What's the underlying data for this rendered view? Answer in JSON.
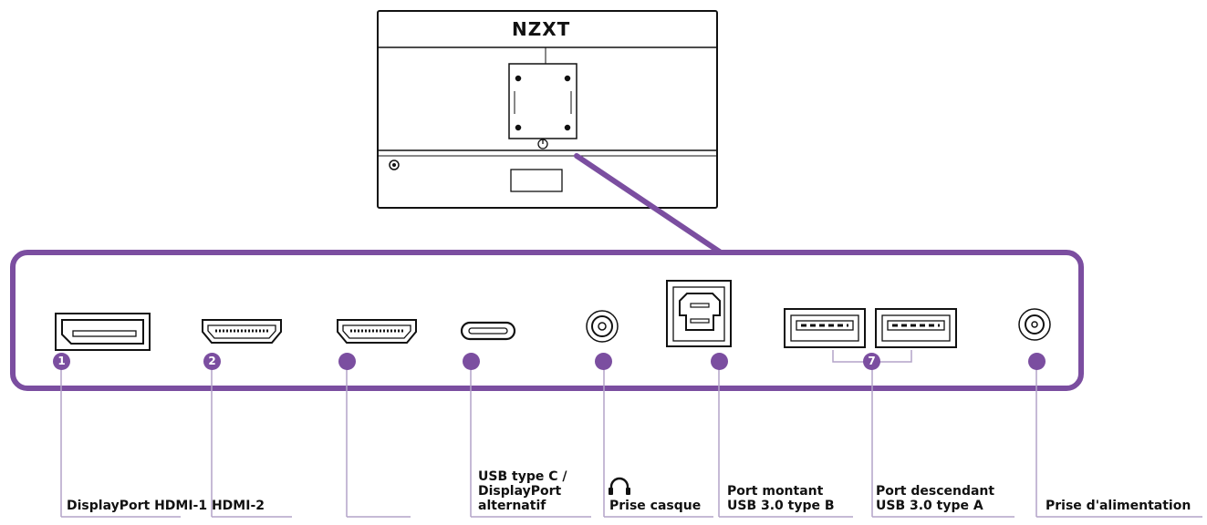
{
  "brand": "NZXT",
  "colors": {
    "accent": "#7b4ea0",
    "line": "#b3a4c8",
    "ink": "#111111"
  },
  "icons": {
    "headphone": "headphone-icon"
  },
  "ports": [
    {
      "id": "displayport",
      "badge": "1"
    },
    {
      "id": "hdmi-1",
      "badge": "2"
    },
    {
      "id": "hdmi-2",
      "badge": ""
    },
    {
      "id": "usb-c",
      "badge": ""
    },
    {
      "id": "headphone-jack",
      "badge": ""
    },
    {
      "id": "usb-b",
      "badge": ""
    },
    {
      "id": "usb-a-pair",
      "badge": "7"
    },
    {
      "id": "power",
      "badge": ""
    }
  ],
  "labels": {
    "displayport_hdmi": "DisplayPort HDMI-1 HDMI-2",
    "usb_c": [
      "USB type C /",
      "DisplayPort",
      "alternatif"
    ],
    "headphone": "Prise casque",
    "usb_b": [
      "Port montant",
      "USB 3.0 type B"
    ],
    "usb_a": [
      "Port descendant",
      "USB 3.0 type A"
    ],
    "power": "Prise d'alimentation"
  }
}
